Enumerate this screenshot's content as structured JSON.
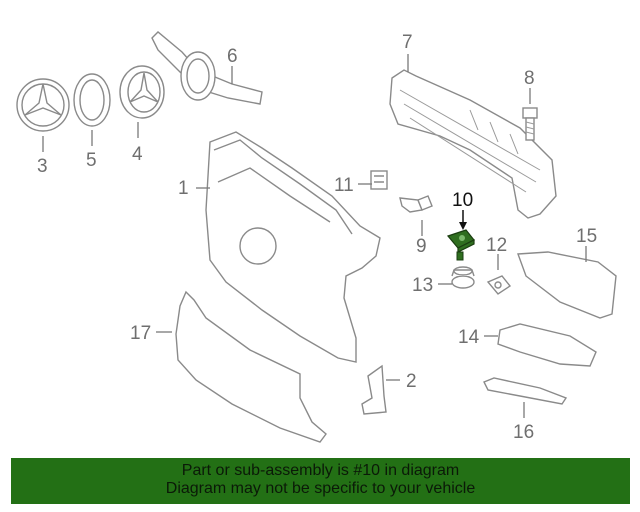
{
  "diagram": {
    "highlight_color": "#2f6e1f",
    "callouts": {
      "c1": "1",
      "c2": "2",
      "c3": "3",
      "c4": "4",
      "c5": "5",
      "c6": "6",
      "c7": "7",
      "c8": "8",
      "c9": "9",
      "c10": "10",
      "c11": "11",
      "c12": "12",
      "c13": "13",
      "c14": "14",
      "c15": "15",
      "c16": "16",
      "c17": "17"
    }
  },
  "banner": {
    "line1": "Part or sub-assembly is #10 in diagram",
    "line2": "Diagram may not be specific to your vehicle",
    "background": "#237015"
  }
}
